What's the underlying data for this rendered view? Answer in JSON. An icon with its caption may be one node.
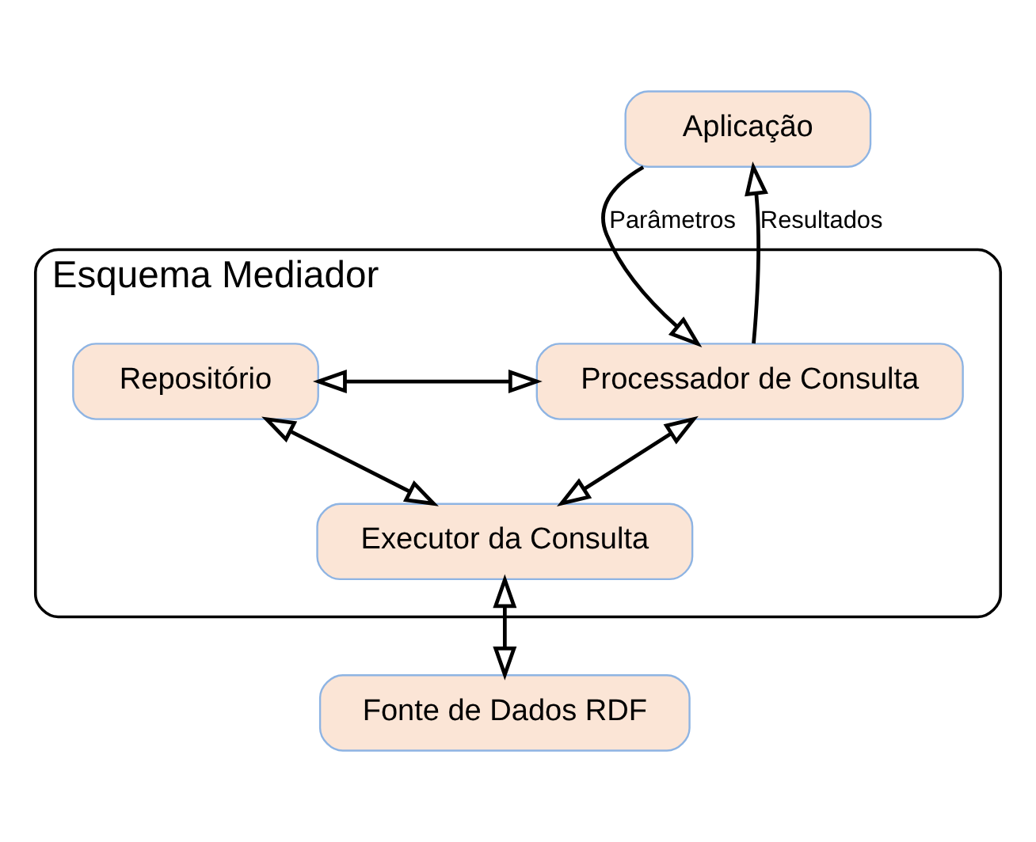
{
  "diagram": {
    "nodes": [
      {
        "text": [
          "Aplicação"
        ]
      },
      {
        "text": [
          "Esquema Mediador"
        ]
      },
      {
        "text": [
          "Repositório"
        ],
        "in": 1
      },
      {
        "text": [
          "Processador de Consulta"
        ],
        "in": 1
      },
      {
        "text": [
          "Executor da Consulta"
        ],
        "in": 1
      },
      {
        "text": [
          "Fonte de Dados RDF"
        ]
      }
    ],
    "edges": [
      {
        "from": 0,
        "to": 3,
        "arrow": "to",
        "label": "Parâmetros"
      },
      {
        "from": 3,
        "to": 0,
        "arrow": "to",
        "label": "Resultados"
      },
      {
        "from": 2,
        "to": 3,
        "arrow": "both"
      },
      {
        "from": 2,
        "to": 4,
        "arrow": "both"
      },
      {
        "from": 3,
        "to": 4,
        "arrow": "both"
      },
      {
        "from": 4,
        "to": 5,
        "arrow": "both"
      }
    ]
  }
}
